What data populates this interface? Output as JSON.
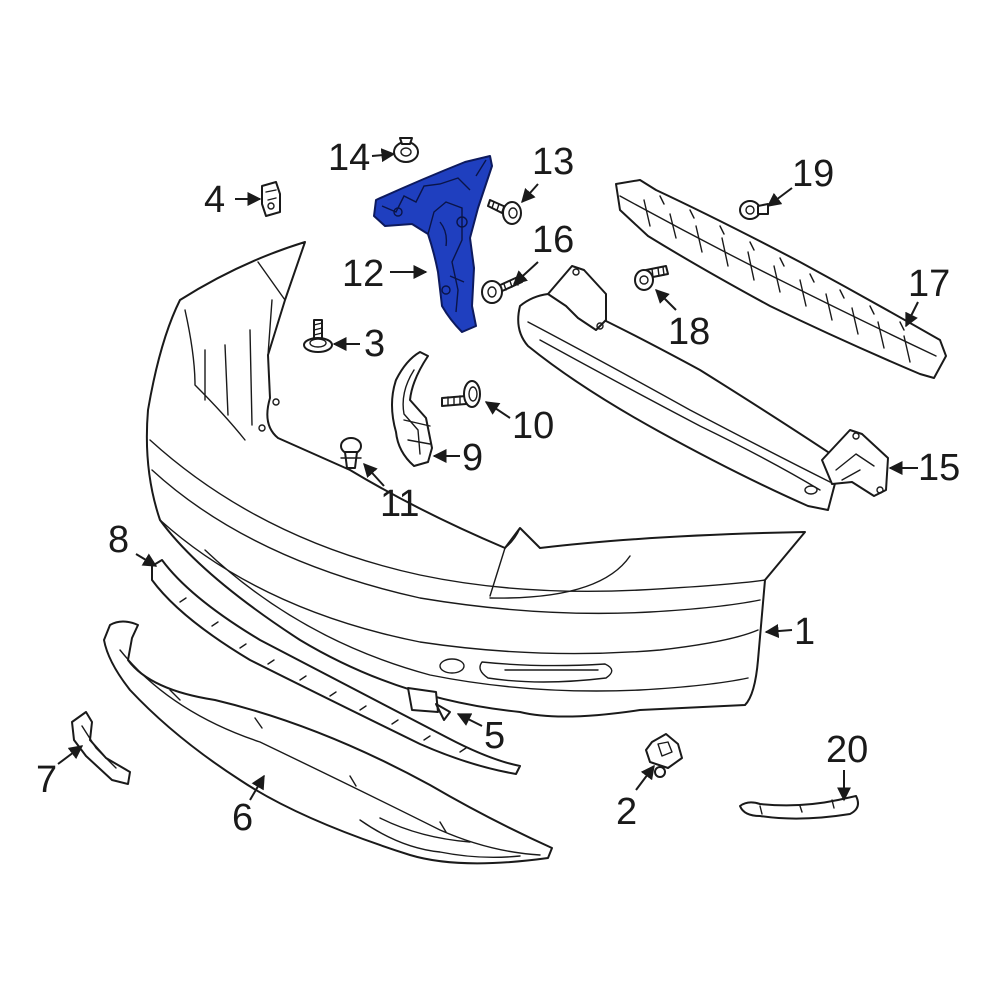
{
  "diagram": {
    "highlight_color": "#1f3fbf",
    "line_color": "#1a1a1a",
    "highlighted_part": "12",
    "callouts": {
      "c1": "1",
      "c2": "2",
      "c3": "3",
      "c4": "4",
      "c5": "5",
      "c6": "6",
      "c7": "7",
      "c8": "8",
      "c9": "9",
      "c10": "10",
      "c11": "11",
      "c12": "12",
      "c13": "13",
      "c14": "14",
      "c15": "15",
      "c16": "16",
      "c17": "17",
      "c18": "18",
      "c19": "19",
      "c20": "20"
    }
  }
}
